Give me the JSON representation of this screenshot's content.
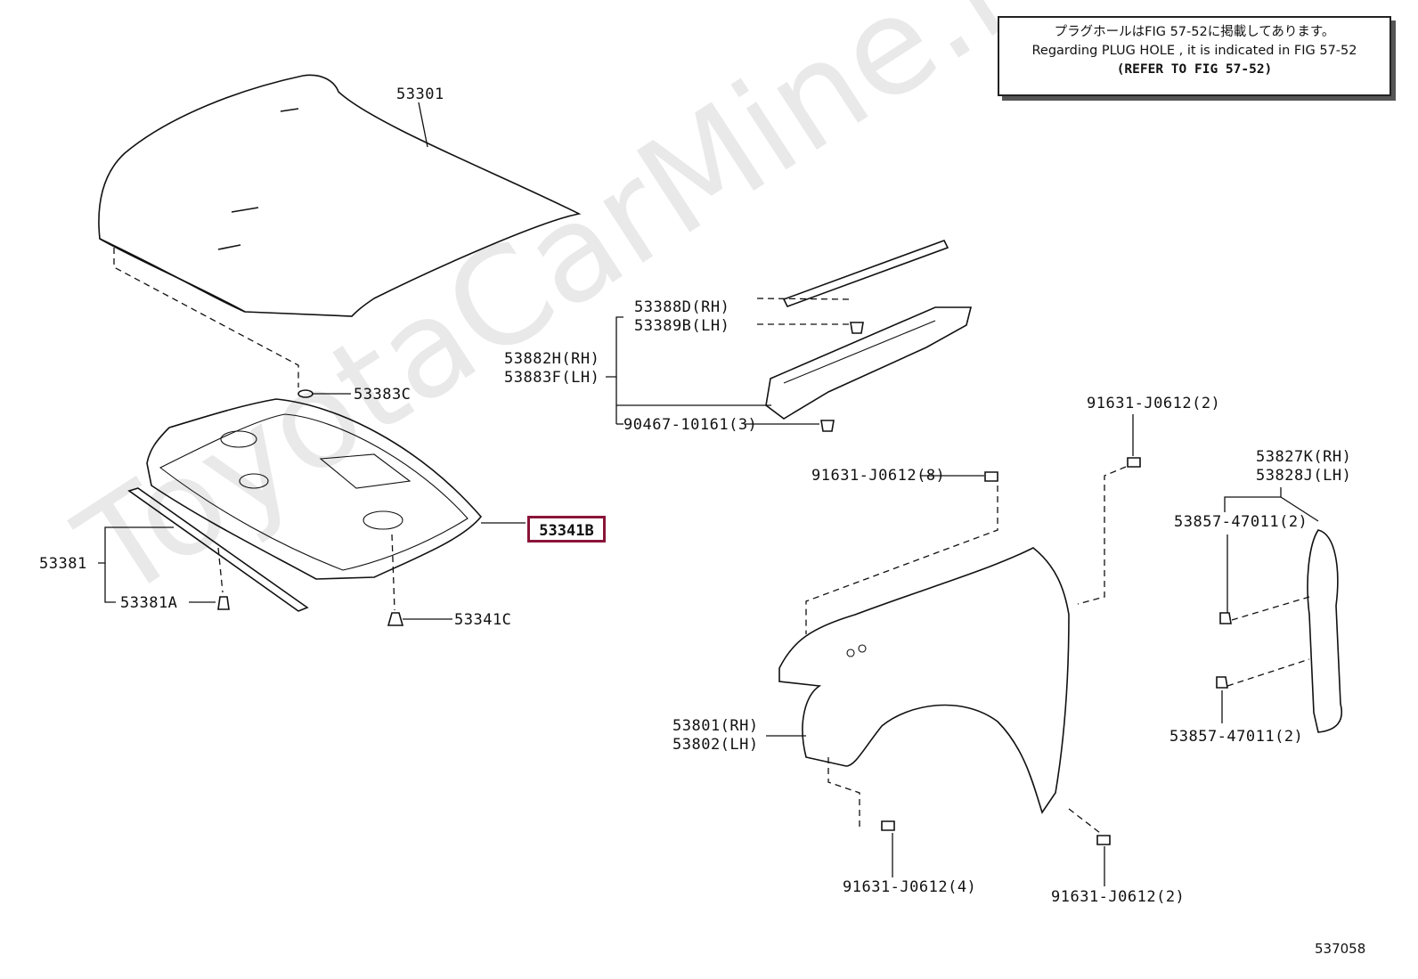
{
  "watermark": "ToyotaCarMine.ru",
  "note": {
    "line1": "プラグホールはFIG 57-52に掲載してあります。",
    "line2": "Regarding PLUG HOLE , it is indicated in FIG 57-52",
    "line3": "(REFER TO FIG 57-52)"
  },
  "highlight_color": "#8a1538",
  "highlighted_part": "53341B",
  "part_numbers": {
    "p53301": "53301",
    "p53383C": "53383C",
    "p53381": "53381",
    "p53381A": "53381A",
    "p53341C": "53341C",
    "p53388D": "53388D(RH)",
    "p53389B": "53389B(LH)",
    "p53882H": "53882H(RH)",
    "p53883F": "53883F(LH)",
    "p90467": "90467-10161(3)",
    "p91631_8": "91631-J0612(8)",
    "p91631_2top": "91631-J0612(2)",
    "p53827K": "53827K(RH)",
    "p53828J": "53828J(LH)",
    "p53857a": "53857-47011(2)",
    "p53857b": "53857-47011(2)",
    "p53801": "53801(RH)",
    "p53802": "53802(LH)",
    "p91631_4": "91631-J0612(4)",
    "p91631_2bot": "91631-J0612(2)"
  },
  "doc_id": "537058"
}
